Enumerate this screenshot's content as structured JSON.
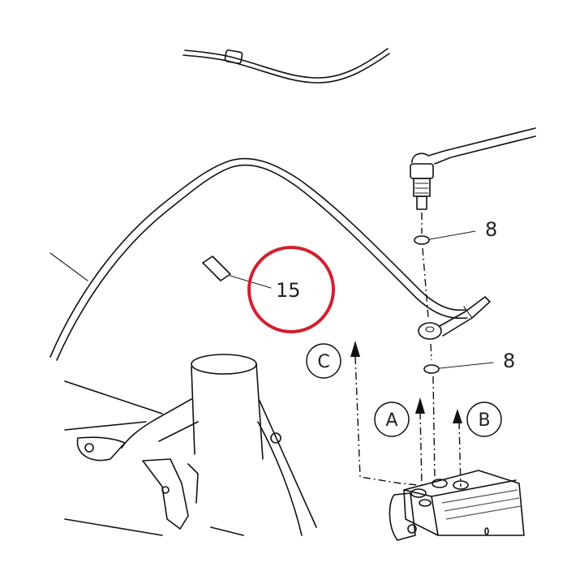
{
  "callouts": {
    "upper_washer": "8",
    "lower_washer": "8",
    "circled_part": "15"
  },
  "bubbles": {
    "a": "A",
    "b": "B",
    "c": "C"
  },
  "colors": {
    "highlight_ring": "#d0202e",
    "line_art": "#111111"
  }
}
